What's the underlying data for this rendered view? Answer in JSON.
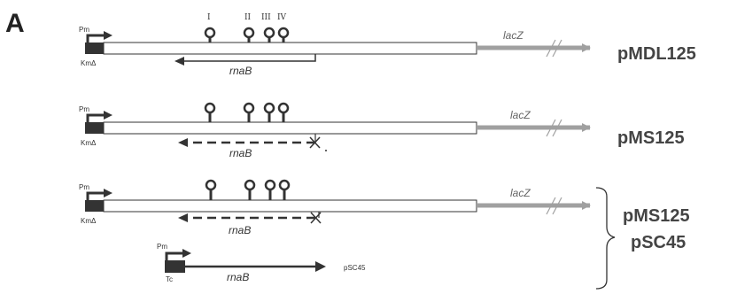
{
  "panel_label": "A",
  "colors": {
    "bar_outline": "#333333",
    "km_box": "#333333",
    "lacz_arrow": "#a0a0a0",
    "text": "#333333",
    "name_text": "#444444"
  },
  "terminator_labels": [
    "I",
    "II",
    "III",
    "IV"
  ],
  "constructs": [
    {
      "name": "pMDL125",
      "promoter_label": "Pm",
      "km_label": "KmΔ",
      "reporter_label": "lacZ",
      "gene_label": "rnaB",
      "gene_arrow_style": "solid"
    },
    {
      "name": "pMS125",
      "promoter_label": "Pm",
      "km_label": "KmΔ",
      "reporter_label": "lacZ",
      "gene_label": "rnaB",
      "gene_arrow_style": "dashed-knockout"
    },
    {
      "name_lines": [
        "pMS125",
        "pSC45"
      ],
      "promoter_label": "Pm",
      "km_label": "KmΔ",
      "reporter_label": "lacZ",
      "gene_label": "rnaB",
      "gene_arrow_style": "dashed-knockout",
      "complement": {
        "promoter_label": "Pm",
        "tc_label": "Tc",
        "gene_label": "rnaB",
        "plasmid_label": "pSC45"
      }
    }
  ]
}
